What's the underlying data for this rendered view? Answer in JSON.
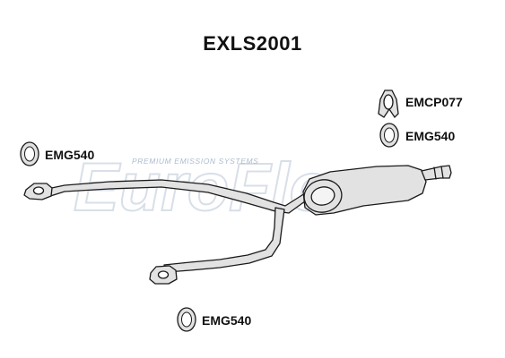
{
  "title": "EXLS2001",
  "parts": [
    {
      "code": "EMCP077",
      "kind": "clamp"
    },
    {
      "code": "EMG540",
      "kind": "gasket"
    },
    {
      "code": "EMG540",
      "kind": "gasket"
    },
    {
      "code": "EMG540",
      "kind": "gasket"
    }
  ],
  "watermark": {
    "brand": "EuroFlo",
    "tagline": "PREMIUM EMISSION SYSTEMS"
  },
  "colors": {
    "pipe_fill": "#e2e2e2",
    "outline": "#1a1a1a",
    "watermark": "#c9d3e0"
  }
}
